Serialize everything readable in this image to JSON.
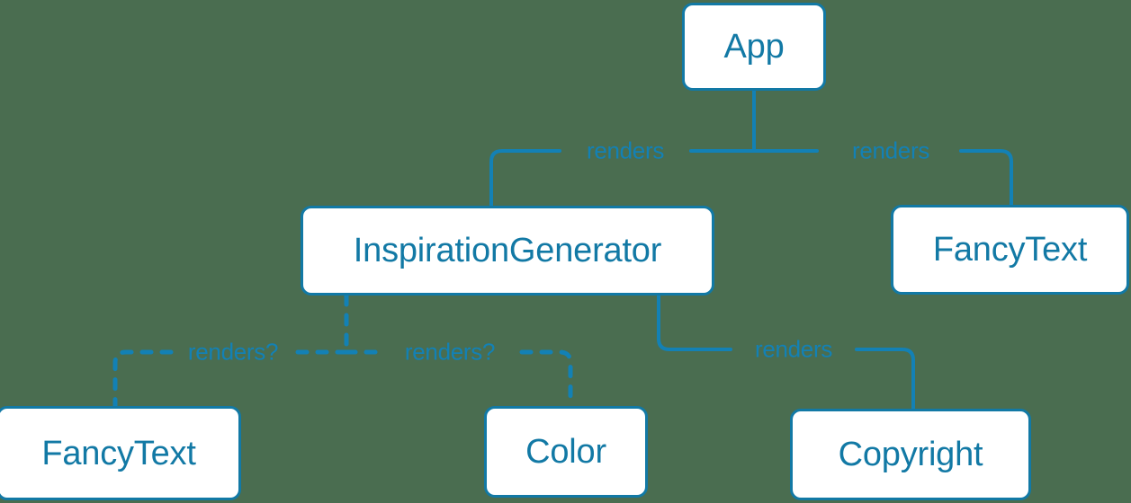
{
  "diagram": {
    "type": "component-tree",
    "background_color": "#4a6d50",
    "node_fill": "#ffffff",
    "node_border_color": "#1279a5",
    "node_text_color": "#1279a5",
    "edge_color": "#1381b5",
    "edge_label_color": "#1381b5",
    "nodes": [
      {
        "id": "app",
        "label": "App"
      },
      {
        "id": "inspgen",
        "label": "InspirationGenerator"
      },
      {
        "id": "fancytext-right",
        "label": "FancyText"
      },
      {
        "id": "fancytext-left",
        "label": "FancyText"
      },
      {
        "id": "color",
        "label": "Color"
      },
      {
        "id": "copyright",
        "label": "Copyright"
      }
    ],
    "edges": [
      {
        "id": "app-inspgen",
        "from": "app",
        "to": "inspgen",
        "label": "renders",
        "style": "solid"
      },
      {
        "id": "app-fancytext-right",
        "from": "app",
        "to": "fancytext-right",
        "label": "renders",
        "style": "solid"
      },
      {
        "id": "inspgen-fancytext-left",
        "from": "inspgen",
        "to": "fancytext-left",
        "label": "renders?",
        "style": "dashed"
      },
      {
        "id": "inspgen-color",
        "from": "inspgen",
        "to": "color",
        "label": "renders?",
        "style": "dashed"
      },
      {
        "id": "inspgen-copyright",
        "from": "inspgen",
        "to": "copyright",
        "label": "renders",
        "style": "solid"
      }
    ]
  }
}
